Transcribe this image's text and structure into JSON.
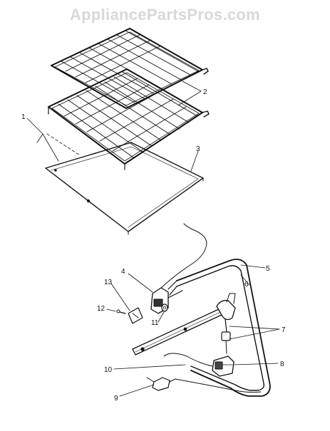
{
  "watermark": "AppliancePartsPros.com",
  "callouts": {
    "c1": "1",
    "c2": "2",
    "c3": "3",
    "c4": "4",
    "c5": "5",
    "c6": "6",
    "c7": "7",
    "c8": "8",
    "c9": "9",
    "c10": "10",
    "c11": "11",
    "c12": "12",
    "c13": "13"
  },
  "colors": {
    "line": "#111111",
    "watermark": "#d8d8d8",
    "background": "#ffffff"
  }
}
